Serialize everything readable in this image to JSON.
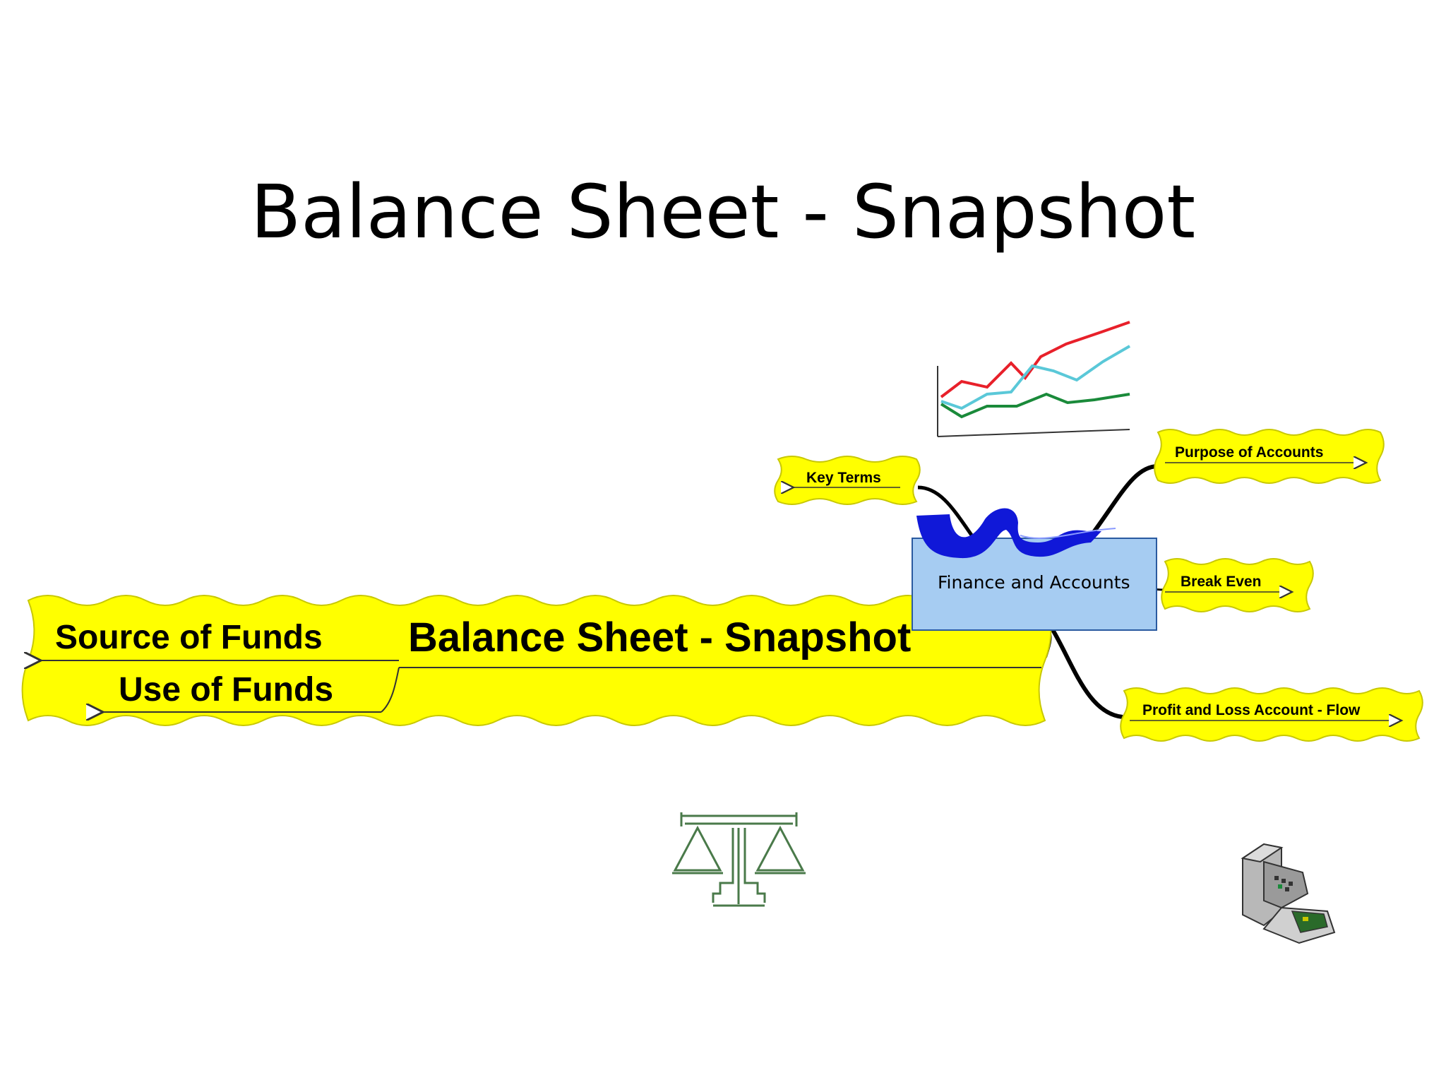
{
  "slide": {
    "title": "Balance Sheet - Snapshot"
  },
  "mindmap": {
    "center": {
      "label": "Finance and Accounts"
    },
    "main_banner": {
      "label": "Balance Sheet - Snapshot",
      "sub_items": [
        {
          "label": "Source of Funds"
        },
        {
          "label": "Use of Funds"
        }
      ]
    },
    "branches": [
      {
        "label": "Key Terms"
      },
      {
        "label": "Purpose of Accounts"
      },
      {
        "label": "Break Even"
      },
      {
        "label": "Profit and Loss Account - Flow"
      }
    ]
  },
  "colors": {
    "banner_fill": "#ffff00",
    "banner_stroke": "#c8c800",
    "center_fill": "#a6ccf2",
    "center_stroke": "#2a5aa0",
    "ribbon": "#1018d8",
    "connector": "#000000",
    "scales_icon": "#4a7a4a"
  },
  "icons": {
    "chart": "line-chart-clipart-icon",
    "scales": "balance-scales-icon",
    "register": "cash-register-icon",
    "ribbon": "blue-ribbon-swirl-icon"
  },
  "chart_clipart": {
    "series": [
      {
        "color": "#e8202a"
      },
      {
        "color": "#5ac8d8"
      },
      {
        "color": "#1a8a3a"
      }
    ]
  }
}
